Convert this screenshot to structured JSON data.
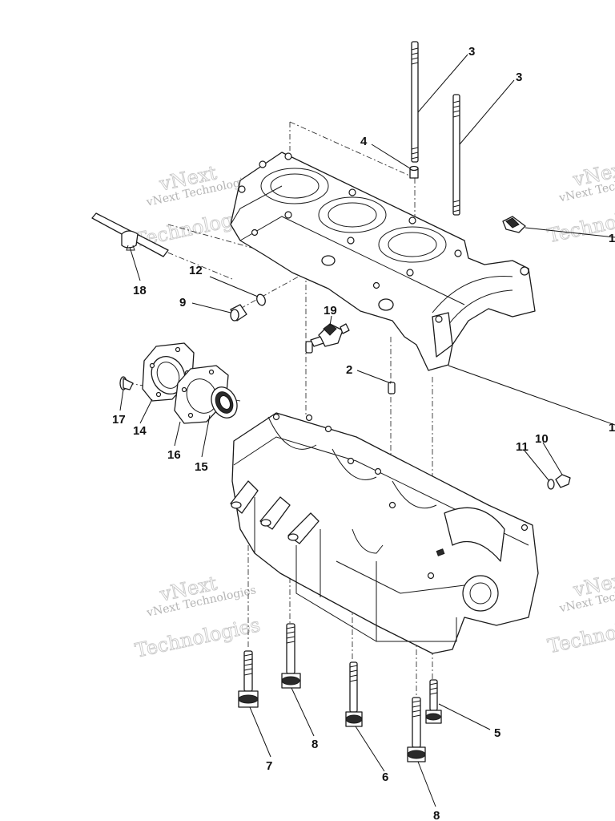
{
  "watermark": {
    "line1": "vNext Technologies",
    "line2": "vNext",
    "line3": "Technologies"
  },
  "callouts": [
    {
      "id": "c3a",
      "text": "3"
    },
    {
      "id": "c3b",
      "text": "3"
    },
    {
      "id": "c4",
      "text": "4"
    },
    {
      "id": "c18",
      "text": "18"
    },
    {
      "id": "c12",
      "text": "12"
    },
    {
      "id": "c9",
      "text": "9"
    },
    {
      "id": "c19",
      "text": "19"
    },
    {
      "id": "c2",
      "text": "2"
    },
    {
      "id": "c17",
      "text": "17"
    },
    {
      "id": "c14",
      "text": "14"
    },
    {
      "id": "c16",
      "text": "16"
    },
    {
      "id": "c15",
      "text": "15"
    },
    {
      "id": "c11",
      "text": "11"
    },
    {
      "id": "c10",
      "text": "10"
    },
    {
      "id": "c5",
      "text": "5"
    },
    {
      "id": "c7",
      "text": "7"
    },
    {
      "id": "c8a",
      "text": "8"
    },
    {
      "id": "c6",
      "text": "6"
    },
    {
      "id": "c8b",
      "text": "8"
    },
    {
      "id": "c1a",
      "text": "1"
    },
    {
      "id": "c1b",
      "text": "1"
    }
  ]
}
